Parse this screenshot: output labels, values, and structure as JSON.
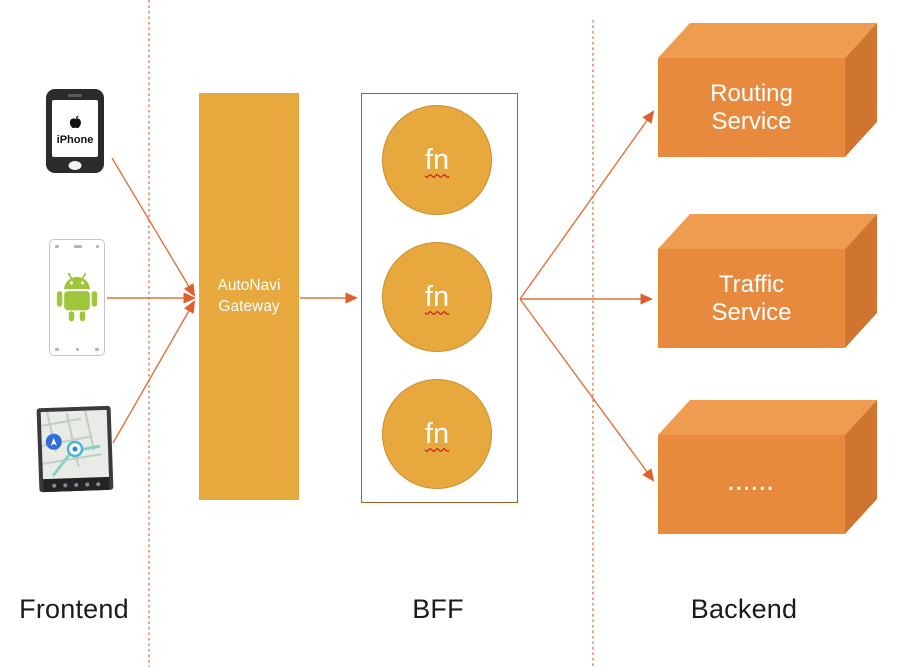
{
  "sections": {
    "frontend": "Frontend",
    "bff": "BFF",
    "backend": "Backend"
  },
  "gateway": {
    "label": "AutoNavi Gateway"
  },
  "bff": {
    "nodes": [
      {
        "label": "fn"
      },
      {
        "label": "fn"
      },
      {
        "label": "fn"
      }
    ]
  },
  "backend_services": [
    {
      "label": "Routing Service"
    },
    {
      "label": "Traffic Service"
    },
    {
      "label": "......"
    }
  ],
  "devices": {
    "iphone_label": "iPhone"
  },
  "colors": {
    "accent_gold": "#E7A83E",
    "cube_front": "#E78A3E",
    "cube_top": "#EF9B50",
    "cube_side": "#D0752F",
    "bff_border": "#A85B2B",
    "arrow": "#E2713A",
    "squiggle_red": "#C00000",
    "android_green": "#9FC63B",
    "label_text": "#1B1B1B"
  }
}
